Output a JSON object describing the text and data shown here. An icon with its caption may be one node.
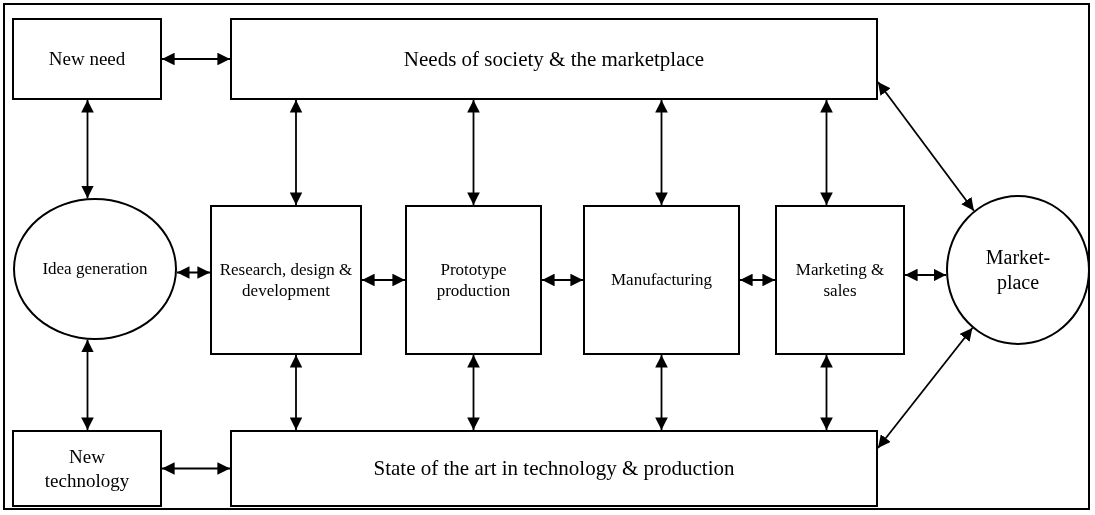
{
  "diagram": {
    "nodes": [
      {
        "text": [
          "New need"
        ]
      },
      {
        "text": [
          "Needs of society & the marketplace"
        ]
      },
      {
        "text": [
          "Idea generation"
        ]
      },
      {
        "text": [
          "Research, design & development"
        ]
      },
      {
        "text": [
          "Prototype production"
        ]
      },
      {
        "text": [
          "Manufacturing"
        ]
      },
      {
        "text": [
          "Marketing & sales"
        ]
      },
      {
        "text": [
          "Market-place"
        ]
      },
      {
        "text": [
          "New technology"
        ]
      },
      {
        "text": [
          "State of the art in technology & production"
        ]
      }
    ],
    "edges": [
      {
        "from": 0,
        "to": 1,
        "arrow": "both"
      },
      {
        "from": 2,
        "to": 0,
        "arrow": "both"
      },
      {
        "from": 2,
        "to": 8,
        "arrow": "both"
      },
      {
        "from": 8,
        "to": 9,
        "arrow": "both"
      },
      {
        "from": 1,
        "to": 3,
        "arrow": "both"
      },
      {
        "from": 1,
        "to": 4,
        "arrow": "both"
      },
      {
        "from": 1,
        "to": 5,
        "arrow": "both"
      },
      {
        "from": 1,
        "to": 6,
        "arrow": "both"
      },
      {
        "from": 1,
        "to": 7,
        "arrow": "both"
      },
      {
        "from": 2,
        "to": 3,
        "arrow": "both"
      },
      {
        "from": 3,
        "to": 4,
        "arrow": "both"
      },
      {
        "from": 4,
        "to": 5,
        "arrow": "both"
      },
      {
        "from": 5,
        "to": 6,
        "arrow": "both"
      },
      {
        "from": 6,
        "to": 7,
        "arrow": "both"
      },
      {
        "from": 3,
        "to": 9,
        "arrow": "both"
      },
      {
        "from": 4,
        "to": 9,
        "arrow": "both"
      },
      {
        "from": 5,
        "to": 9,
        "arrow": "both"
      },
      {
        "from": 6,
        "to": 9,
        "arrow": "both"
      },
      {
        "from": 9,
        "to": 7,
        "arrow": "both"
      }
    ]
  }
}
